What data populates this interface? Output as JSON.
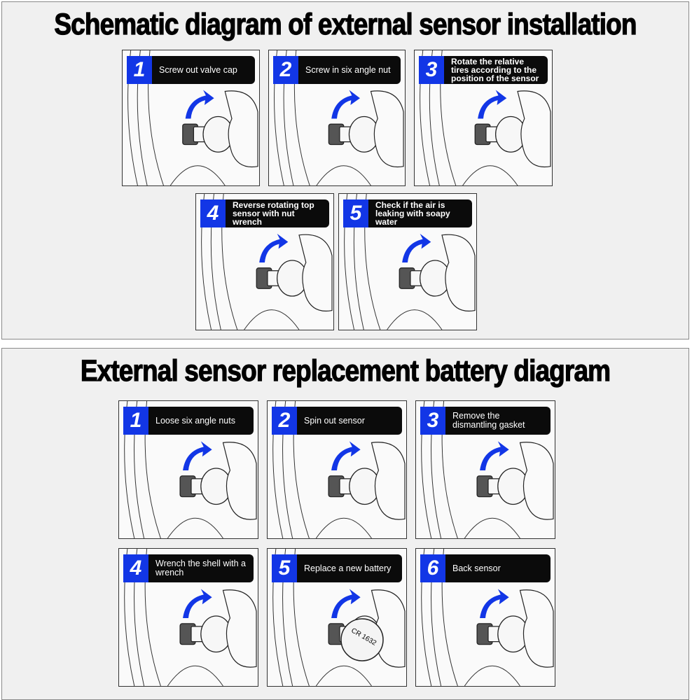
{
  "installation": {
    "title": "Schematic diagram of external sensor installation",
    "steps": [
      {
        "number": "1",
        "label": "Screw out valve cap"
      },
      {
        "number": "2",
        "label": "Screw in six angle nut"
      },
      {
        "number": "3",
        "label": "Rotate the relative tires according to the position of the sensor"
      },
      {
        "number": "4",
        "label": "Reverse rotating top sensor with nut wrench"
      },
      {
        "number": "5",
        "label": "Check if the air is leaking with soapy water"
      }
    ]
  },
  "battery": {
    "title": "External sensor replacement battery diagram",
    "steps": [
      {
        "number": "1",
        "label": "Loose six angle nuts"
      },
      {
        "number": "2",
        "label": "Spin out sensor"
      },
      {
        "number": "3",
        "label": "Remove the dismantling gasket"
      },
      {
        "number": "4",
        "label": "Wrench the shell with a wrench"
      },
      {
        "number": "5",
        "label": "Replace a new battery"
      },
      {
        "number": "6",
        "label": "Back sensor"
      }
    ],
    "battery_marking": "CR 1632"
  },
  "colors": {
    "accent": "#1236e6",
    "label_bg": "#0b0b0b",
    "panel_bg": "#f0f0f0"
  }
}
